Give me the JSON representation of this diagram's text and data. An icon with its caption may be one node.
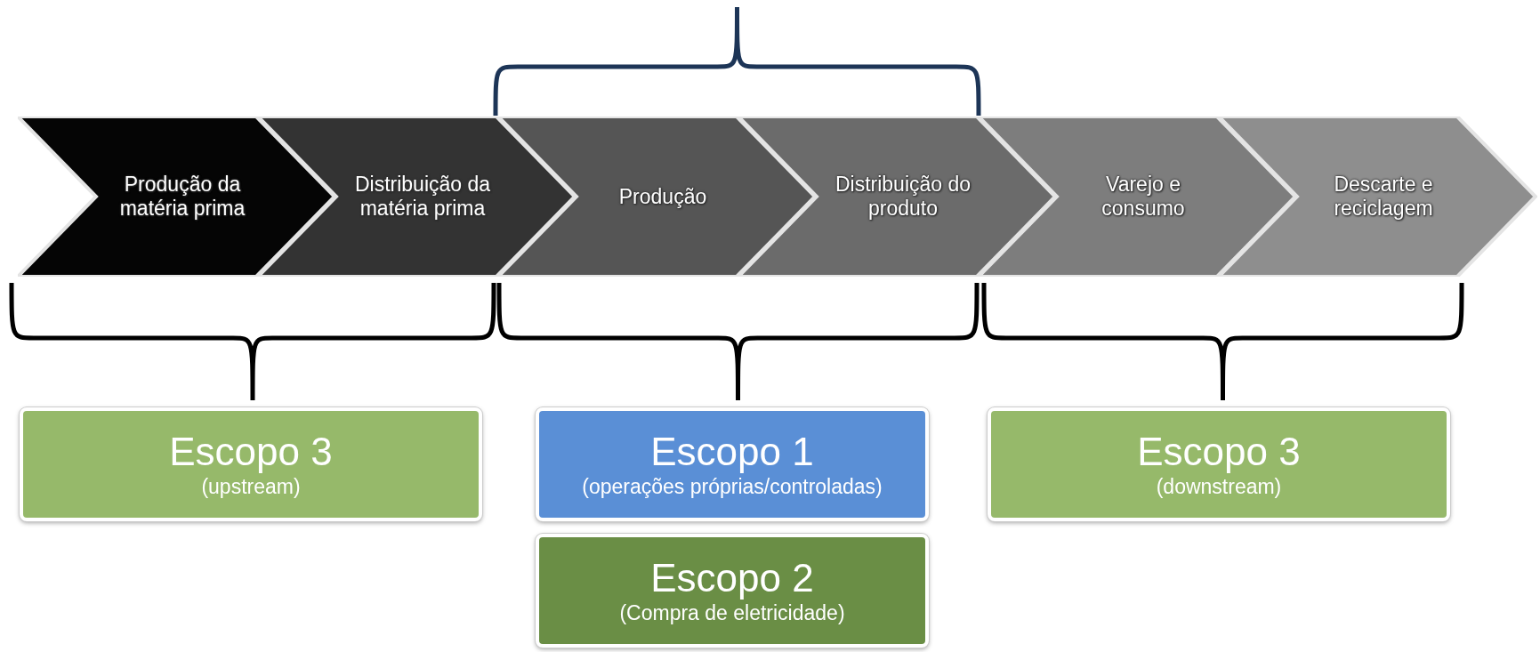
{
  "diagram": {
    "nodes": [
      {
        "text": [
          "Produção da matéria prima"
        ]
      },
      {
        "text": [
          "Distribuição da matéria prima"
        ]
      },
      {
        "text": [
          "Produção"
        ]
      },
      {
        "text": [
          "Distribuição do produto"
        ]
      },
      {
        "text": [
          "Varejo e consumo"
        ]
      },
      {
        "text": [
          "Descarte e reciclagem"
        ]
      },
      {
        "text": [
          "Escopo 3",
          "(upstream)"
        ]
      },
      {
        "text": [
          "Escopo 1",
          "(operações próprias/controladas)"
        ]
      },
      {
        "text": [
          "Escopo 2",
          "(Compra de eletricidade)"
        ]
      },
      {
        "text": [
          "Escopo 3",
          "(downstream)"
        ]
      }
    ]
  }
}
